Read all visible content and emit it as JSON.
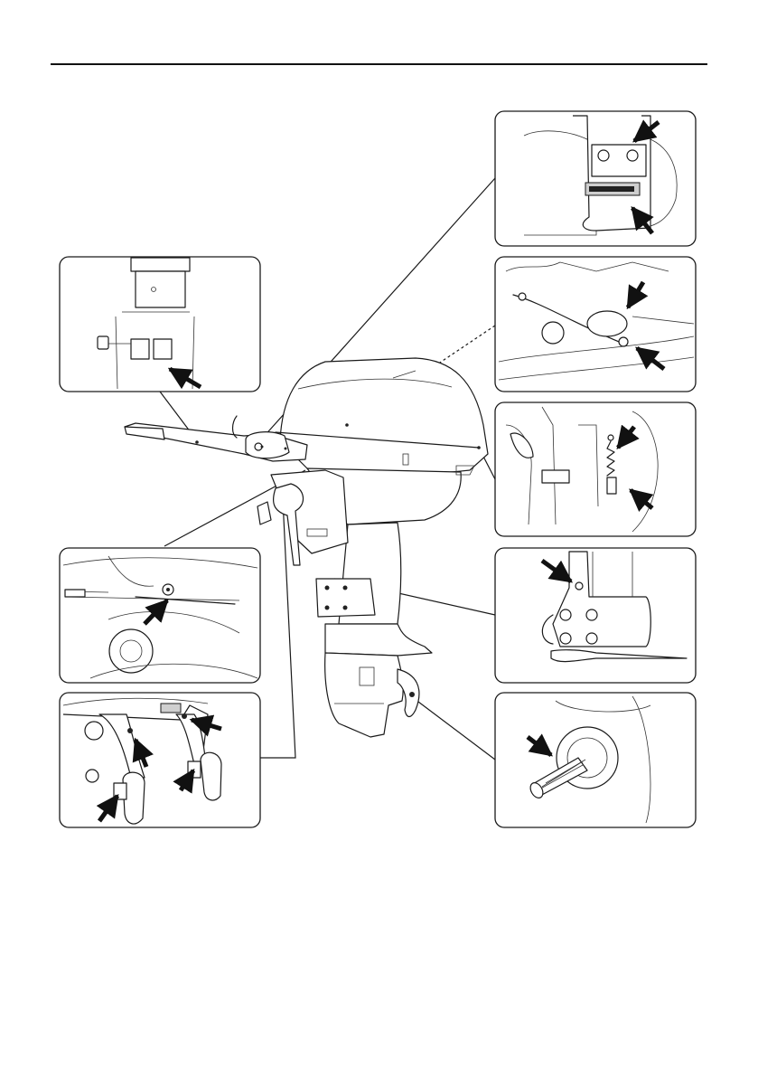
{
  "header": {
    "rule": true
  },
  "diagram": {
    "subject": "outboard-motor",
    "detail_views": [
      {
        "id": "steering-friction",
        "icon": "bracket-bolts-icon",
        "arrows": 2
      },
      {
        "id": "carburetor-linkage",
        "icon": "throttle-cable-icon",
        "arrows": 2
      },
      {
        "id": "cowling-lever",
        "icon": "spring-latch-icon",
        "arrows": 2
      },
      {
        "id": "tilt-pivot",
        "icon": "grease-nipple-icon",
        "arrows": 1
      },
      {
        "id": "propeller-shaft",
        "icon": "splined-shaft-icon",
        "arrows": 1
      },
      {
        "id": "tiller-handle",
        "icon": "tiller-clamp-icon",
        "arrows": 1
      },
      {
        "id": "shift-linkage",
        "icon": "cable-joint-icon",
        "arrows": 1
      },
      {
        "id": "clamp-screws",
        "icon": "clamp-screw-icon",
        "arrows": 4
      }
    ]
  }
}
